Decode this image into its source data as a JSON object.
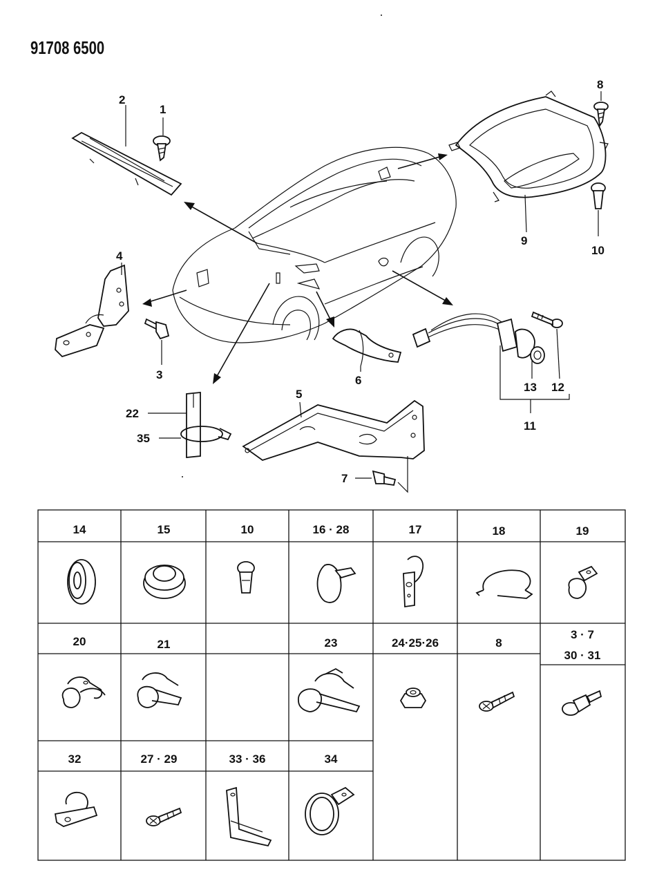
{
  "header": {
    "code": "91708 6500"
  },
  "callouts": {
    "c1": "1",
    "c2": "2",
    "c3": "3",
    "c4": "4",
    "c5": "5",
    "c6": "6",
    "c7": "7",
    "c8": "8",
    "c9": "9",
    "c10": "10",
    "c11": "11",
    "c12": "12",
    "c13": "13",
    "c22": "22",
    "c35": "35"
  },
  "table": {
    "cells": [
      {
        "id": "t14",
        "label": "14"
      },
      {
        "id": "t15",
        "label": "15"
      },
      {
        "id": "t10",
        "label": "10"
      },
      {
        "id": "t16",
        "label": "16 · 28"
      },
      {
        "id": "t17",
        "label": "17"
      },
      {
        "id": "t18",
        "label": "18"
      },
      {
        "id": "t19",
        "label": "19"
      },
      {
        "id": "t20",
        "label": "20"
      },
      {
        "id": "t21",
        "label": "21"
      },
      {
        "id": "tblank",
        "label": ""
      },
      {
        "id": "t23",
        "label": "23"
      },
      {
        "id": "t24",
        "label": "24·25·26"
      },
      {
        "id": "t8",
        "label": "8"
      },
      {
        "id": "t3a",
        "label": "3  ·  7"
      },
      {
        "id": "t3b",
        "label": "30 · 31"
      },
      {
        "id": "t32",
        "label": "32"
      },
      {
        "id": "t27",
        "label": "27 · 29"
      },
      {
        "id": "t33",
        "label": "33 · 36"
      },
      {
        "id": "t34",
        "label": "34"
      }
    ]
  }
}
